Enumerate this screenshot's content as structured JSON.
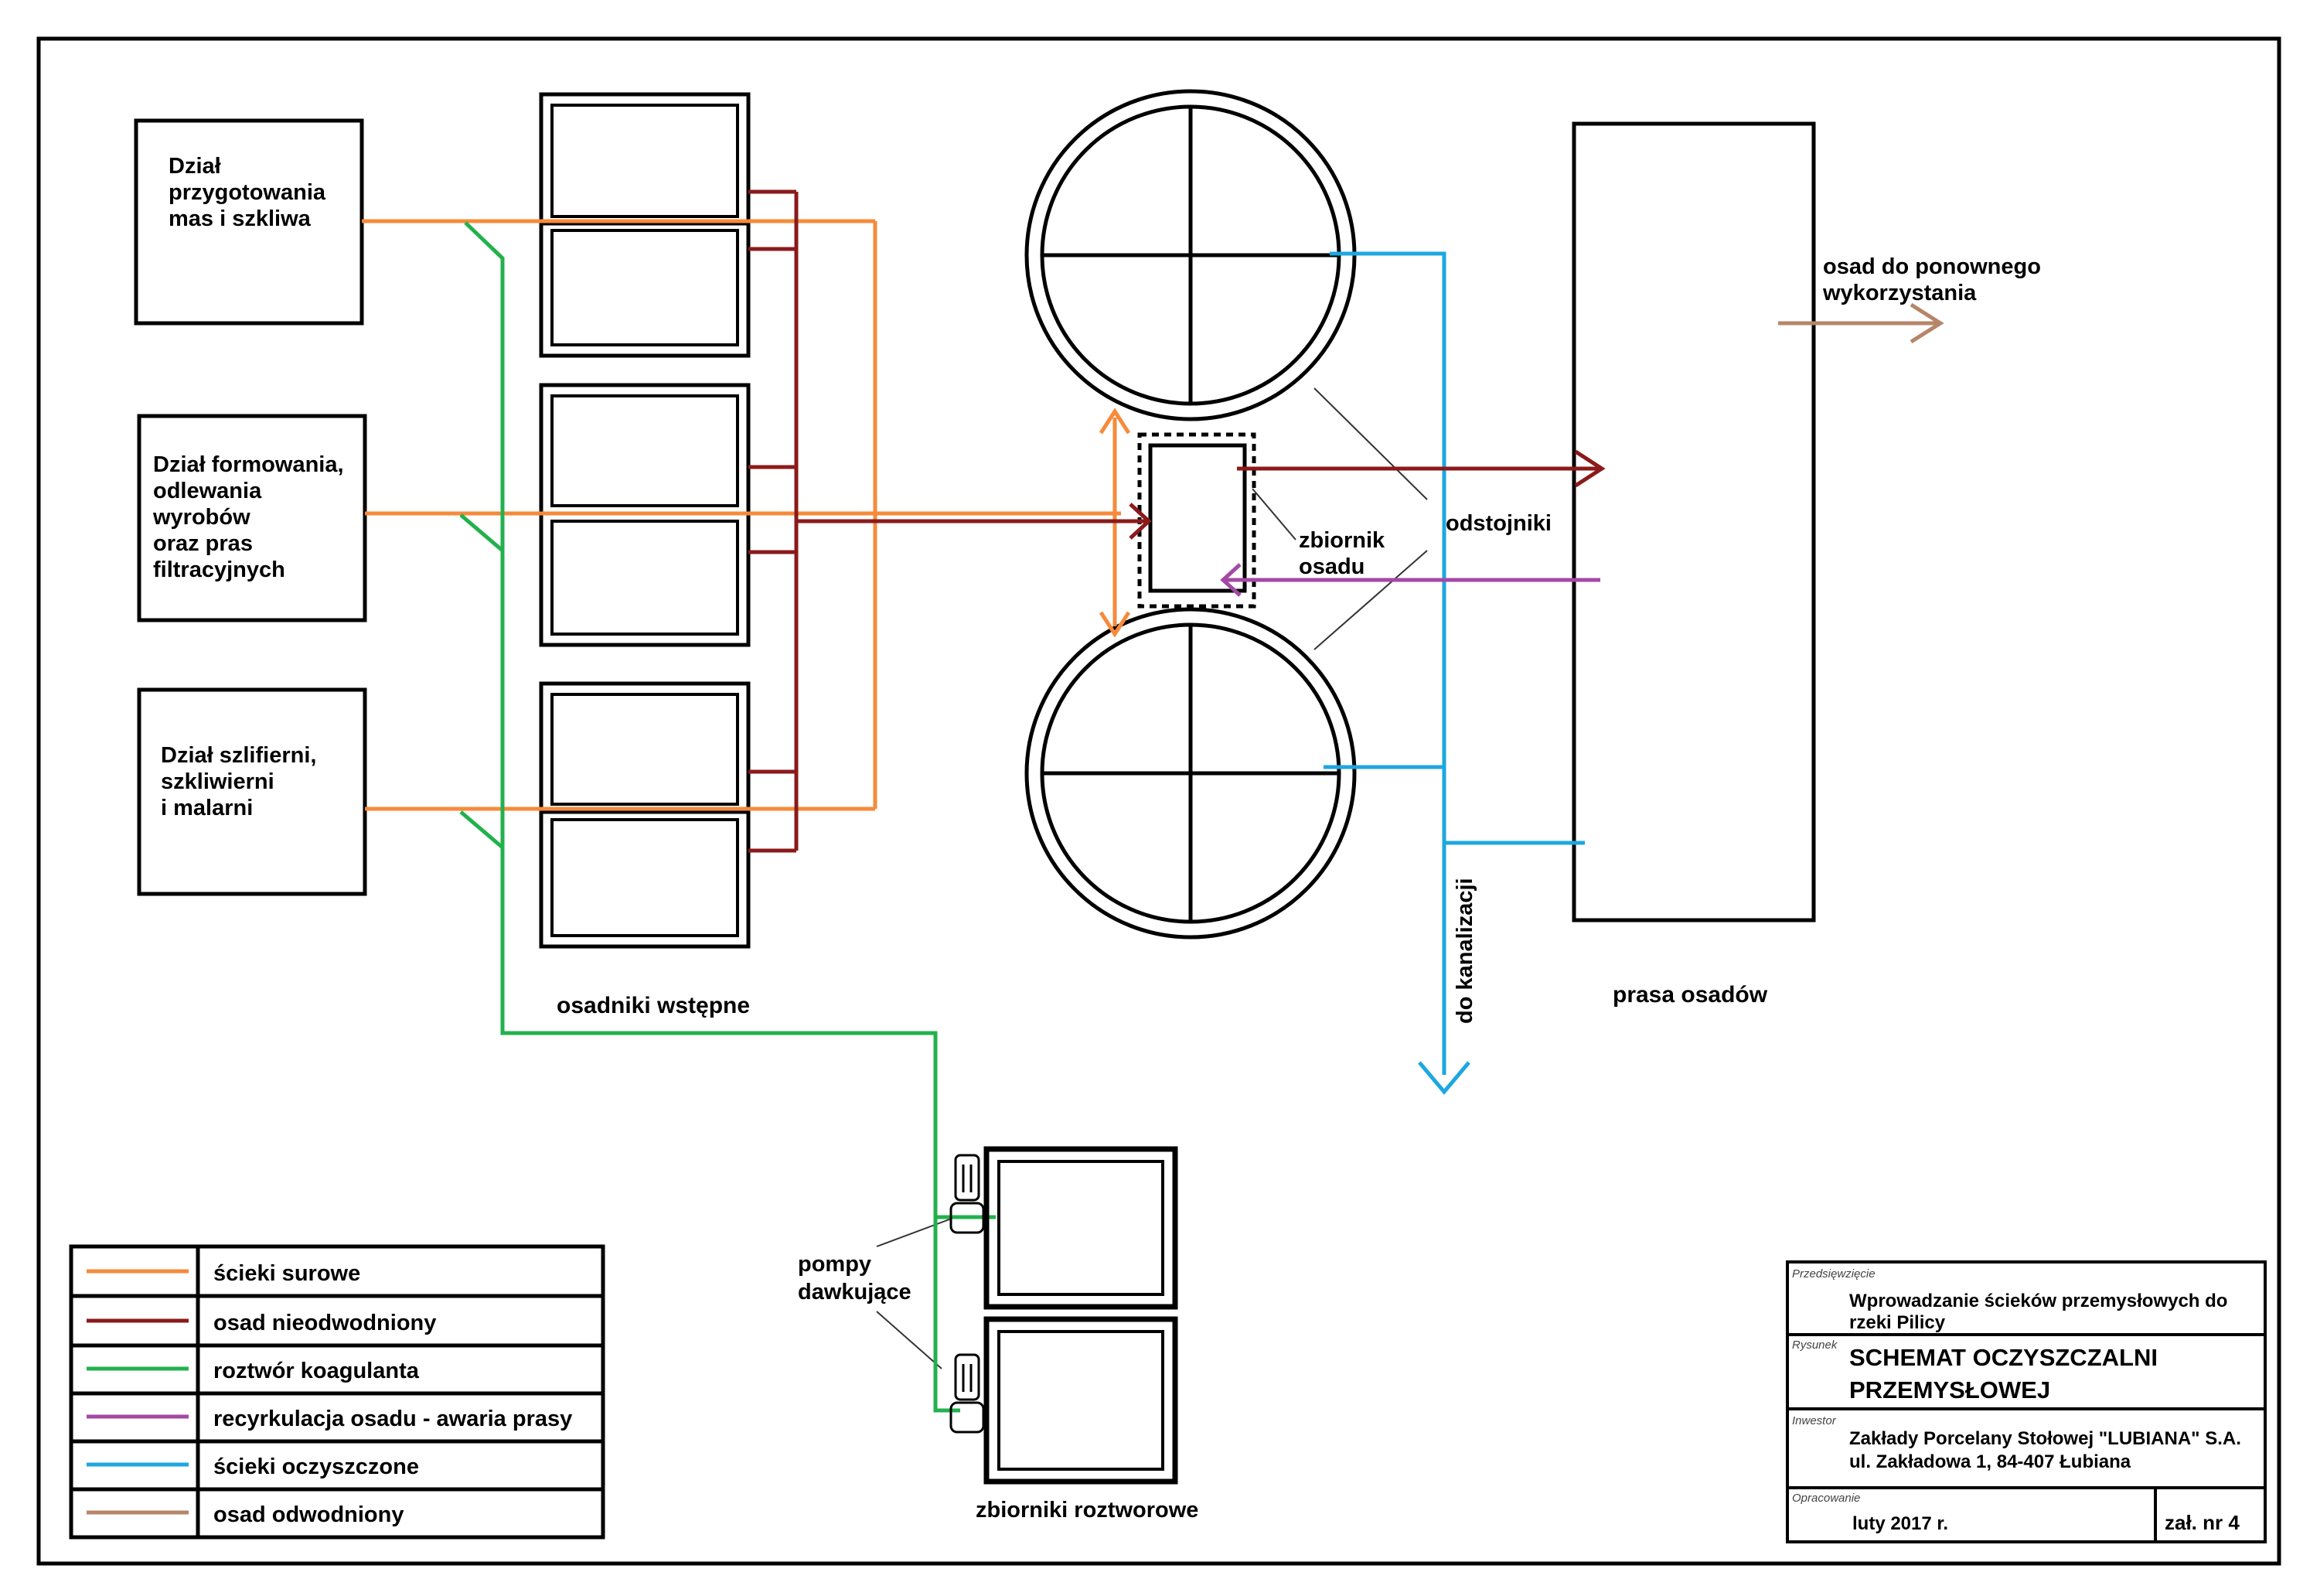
{
  "colors": {
    "raw_sewage": "#f68a3a",
    "sludge_undewatered": "#8b1a1a",
    "coagulant": "#22b14c",
    "recirculation": "#a349a4",
    "treated": "#1ea7e0",
    "sludge_dewatered": "#b5866a",
    "outline": "#000000",
    "background": "#ffffff"
  },
  "departments": [
    {
      "lines": [
        "Dział",
        "przygotowania",
        "mas i szkliwa"
      ]
    },
    {
      "lines": [
        "Dział formowania,",
        "odlewania",
        "wyrobów",
        "oraz pras",
        "filtracyjnych"
      ]
    },
    {
      "lines": [
        "Dział szlifierni,",
        "szkliwierni",
        "i malarni"
      ]
    }
  ],
  "labels": {
    "preliminary_settlers": "osadniki wstępne",
    "settlers": "odstojniki",
    "sludge_tank": [
      "zbiornik",
      "osadu"
    ],
    "sludge_press": "prasa osadów",
    "reuse": [
      "osad do ponownego",
      "wykorzystania"
    ],
    "to_sewer": "do kanalizacji",
    "dosing_pumps": [
      "pompy",
      "dawkujące"
    ],
    "solution_tanks": "zbiorniki roztworowe"
  },
  "legend": [
    {
      "label": "ścieki surowe",
      "color_key": "raw_sewage"
    },
    {
      "label": "osad nieodwodniony",
      "color_key": "sludge_undewatered"
    },
    {
      "label": "roztwór koagulanta",
      "color_key": "coagulant"
    },
    {
      "label": "recyrkulacja osadu - awaria prasy",
      "color_key": "recirculation"
    },
    {
      "label": "ścieki oczyszczone",
      "color_key": "treated"
    },
    {
      "label": "osad odwodniony",
      "color_key": "sludge_dewatered"
    }
  ],
  "title_block": {
    "project_caption": "Przedsięwzięcie",
    "project_lines": [
      "Wprowadzanie ścieków przemysłowych do",
      "rzeki Pilicy"
    ],
    "drawing_caption": "Rysunek",
    "drawing_lines": [
      "SCHEMAT OCZYSZCZALNI",
      "PRZEMYSŁOWEJ"
    ],
    "investor_caption": "Inwestor",
    "investor_lines": [
      "Zakłady Porcelany Stołowej \"LUBIANA\" S.A.",
      "ul. Zakładowa 1, 84-407 Łubiana"
    ],
    "prepared_caption": "Opracowanie",
    "date": "luty  2017 r.",
    "attachment": "zał. nr 4"
  }
}
